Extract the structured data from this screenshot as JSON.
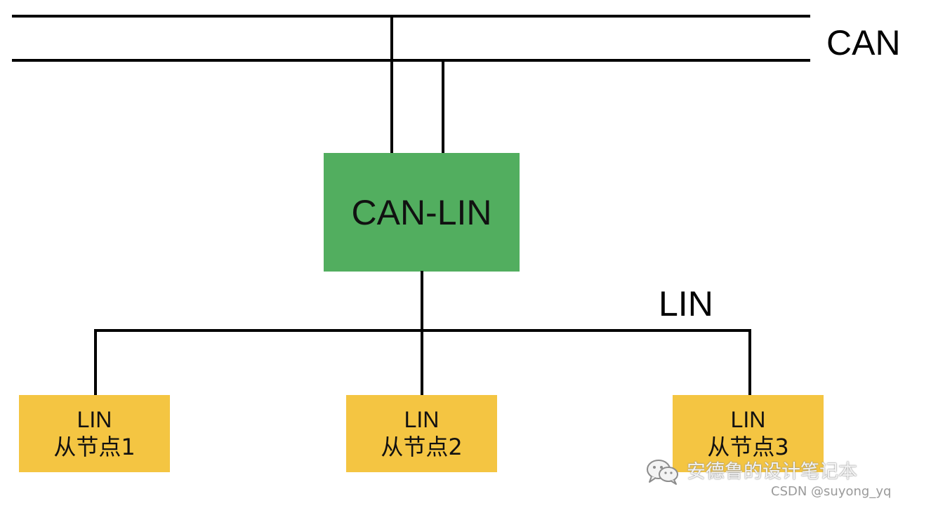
{
  "diagram": {
    "can_bus_label": "CAN",
    "lin_bus_label": "LIN",
    "gateway": {
      "label": "CAN-LIN",
      "color": "#52AE5F"
    },
    "slave_color": "#F4C542",
    "slaves": [
      {
        "protocol": "LIN",
        "name": "从节点1"
      },
      {
        "protocol": "LIN",
        "name": "从节点2"
      },
      {
        "protocol": "LIN",
        "name": "从节点3"
      }
    ]
  },
  "watermark": {
    "icon": "wechat-icon",
    "text": "安德鲁的设计笔记本"
  },
  "credit": "CSDN @suyong_yq"
}
